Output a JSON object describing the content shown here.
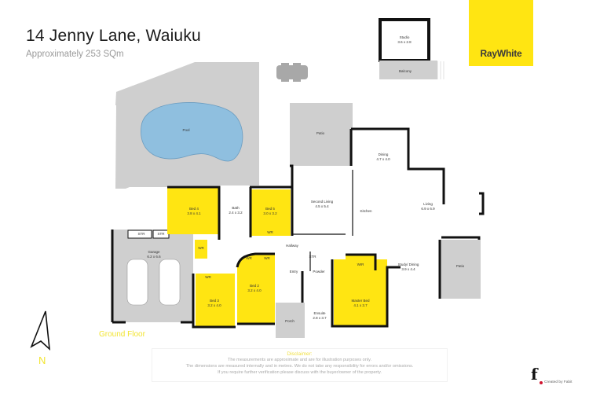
{
  "header": {
    "address": "14 Jenny Lane, Waiuku",
    "area": "Approximately 253 SQm"
  },
  "brand": {
    "name": "RayWhite",
    "color": "#ffe512"
  },
  "floor": {
    "label": "Ground Floor",
    "accent_color": "#f2e430",
    "bedroom_color": "#ffe512",
    "outdoor_color": "#cfcfcf",
    "pool_color": "#8fbfdf"
  },
  "rooms": {
    "studio": {
      "name": "Studio",
      "dim": "3.6 x 2.8"
    },
    "balcony": {
      "name": "Balcony"
    },
    "pool": {
      "name": "Pool"
    },
    "patio_top": {
      "name": "Patio"
    },
    "dining": {
      "name": "Dining",
      "dim": "4.7 x 4.0"
    },
    "second_living": {
      "name": "Second Living",
      "dim": "4.5 x 5.4"
    },
    "kitchen": {
      "name": "Kitchen"
    },
    "living": {
      "name": "Living",
      "dim": "6.9 x 6.9"
    },
    "bed4": {
      "name": "Bed 4",
      "dim": "3.8 x 4.1"
    },
    "bath": {
      "name": "Bath",
      "dim": "2.4 x 3.2"
    },
    "bed5": {
      "name": "Bed 5",
      "dim": "3.0 x 3.2"
    },
    "garage": {
      "name": "Garage",
      "dim": "6.2 x 6.6"
    },
    "str1": {
      "name": "STR"
    },
    "str2": {
      "name": "STR"
    },
    "str3": {
      "name": "STR"
    },
    "wr_bed4": {
      "name": "WR"
    },
    "wr_bed5": {
      "name": "WR"
    },
    "wr_bed3": {
      "name": "WR"
    },
    "wr_bed2a": {
      "name": "WR"
    },
    "wr_bed2b": {
      "name": "WR"
    },
    "wir": {
      "name": "WIR"
    },
    "hallway": {
      "name": "Hallway"
    },
    "entry": {
      "name": "Entry"
    },
    "powder": {
      "name": "Powder"
    },
    "bed3": {
      "name": "Bed 3",
      "dim": "3.2 x 4.0"
    },
    "bed2": {
      "name": "Bed 2",
      "dim": "3.2 x 4.0"
    },
    "master": {
      "name": "Master Bed",
      "dim": "4.1 x 3.7"
    },
    "ensuite": {
      "name": "Ensuite",
      "dim": "2.8 x 3.7"
    },
    "porch": {
      "name": "Porch"
    },
    "study_dining": {
      "name": "Study/ Dining",
      "dim": "3.9 x 4.4"
    },
    "patio_right": {
      "name": "Patio"
    }
  },
  "compass": {
    "label": "N",
    "icon": "north-arrow-icon"
  },
  "disclaimer": {
    "heading": "Disclaimer:",
    "line1": "The measurements are approximate and are for illustration purposes only.",
    "line2": "The dimensions are measured internally and in metres. We do not take any responsibility for errors and/or omissions.",
    "line3": "If you require further verification please discuss with the buyer/owner of the property."
  },
  "credit": {
    "logo_glyph": "f",
    "text": "Created by Fabit"
  }
}
